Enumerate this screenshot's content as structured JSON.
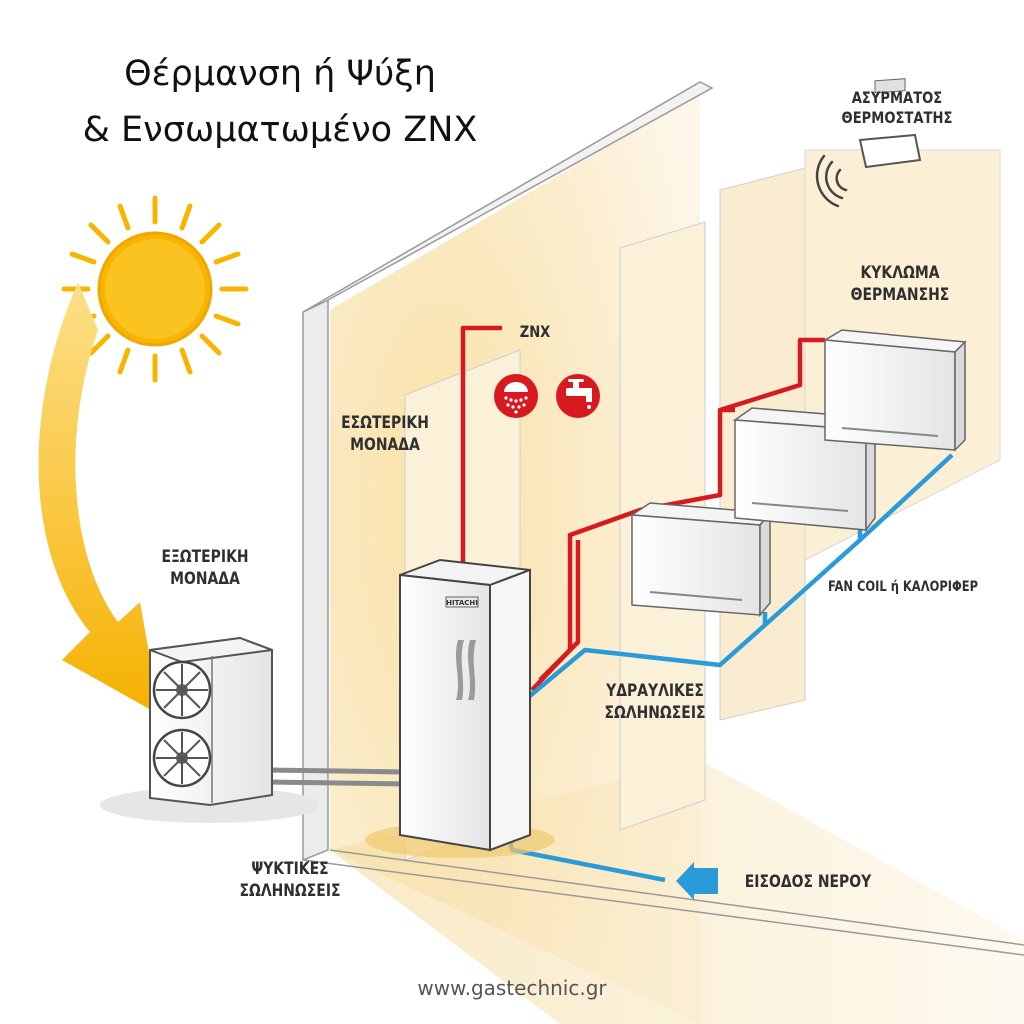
{
  "title": {
    "line1": "Θέρμανση ή Ψύξη",
    "line2": "& Ενσωματωμένο ΖΝΧ"
  },
  "labels": {
    "wireless_thermostat": [
      "ΑΣΥΡΜΑΤΟΣ",
      "ΘΕΡΜΟΣΤΑΤΗΣ"
    ],
    "heating_circuit": [
      "ΚΥΚΛΩΜΑ",
      "ΘΕΡΜΑΝΣΗΣ"
    ],
    "dhw": "ΖΝΧ",
    "indoor_unit": [
      "ΕΣΩΤΕΡΙΚΗ",
      "ΜΟΝΑΔΑ"
    ],
    "outdoor_unit": [
      "ΕΞΩΤΕΡΙΚΗ",
      "ΜΟΝΑΔΑ"
    ],
    "fan_coil": "FAN COIL ή ΚΑΛΟΡΙΦΕΡ",
    "hydraulic_pipes": [
      "ΥΔΡΑΥΛΙΚΕΣ",
      "ΣΩΛΗΝΩΣΕΙΣ"
    ],
    "refrigerant_pipes": [
      "ΨΥΚΤΙΚΕΣ",
      "ΣΩΛΗΝΩΣΕΙΣ"
    ],
    "water_inlet": "ΕΙΣΟΔΟΣ ΝΕΡΟΥ",
    "brand": "HITACHI"
  },
  "footer": "www.gastechnic.gr",
  "colors": {
    "hot_pipe": "#d71920",
    "cold_pipe": "#2a9ad8",
    "sun": "#f7b500",
    "wall": "#f8ecd0",
    "text": "#2f2f2f"
  },
  "icons": [
    "sun-icon",
    "shower-icon",
    "faucet-icon",
    "wifi-signal-icon",
    "water-inlet-arrow-icon"
  ]
}
